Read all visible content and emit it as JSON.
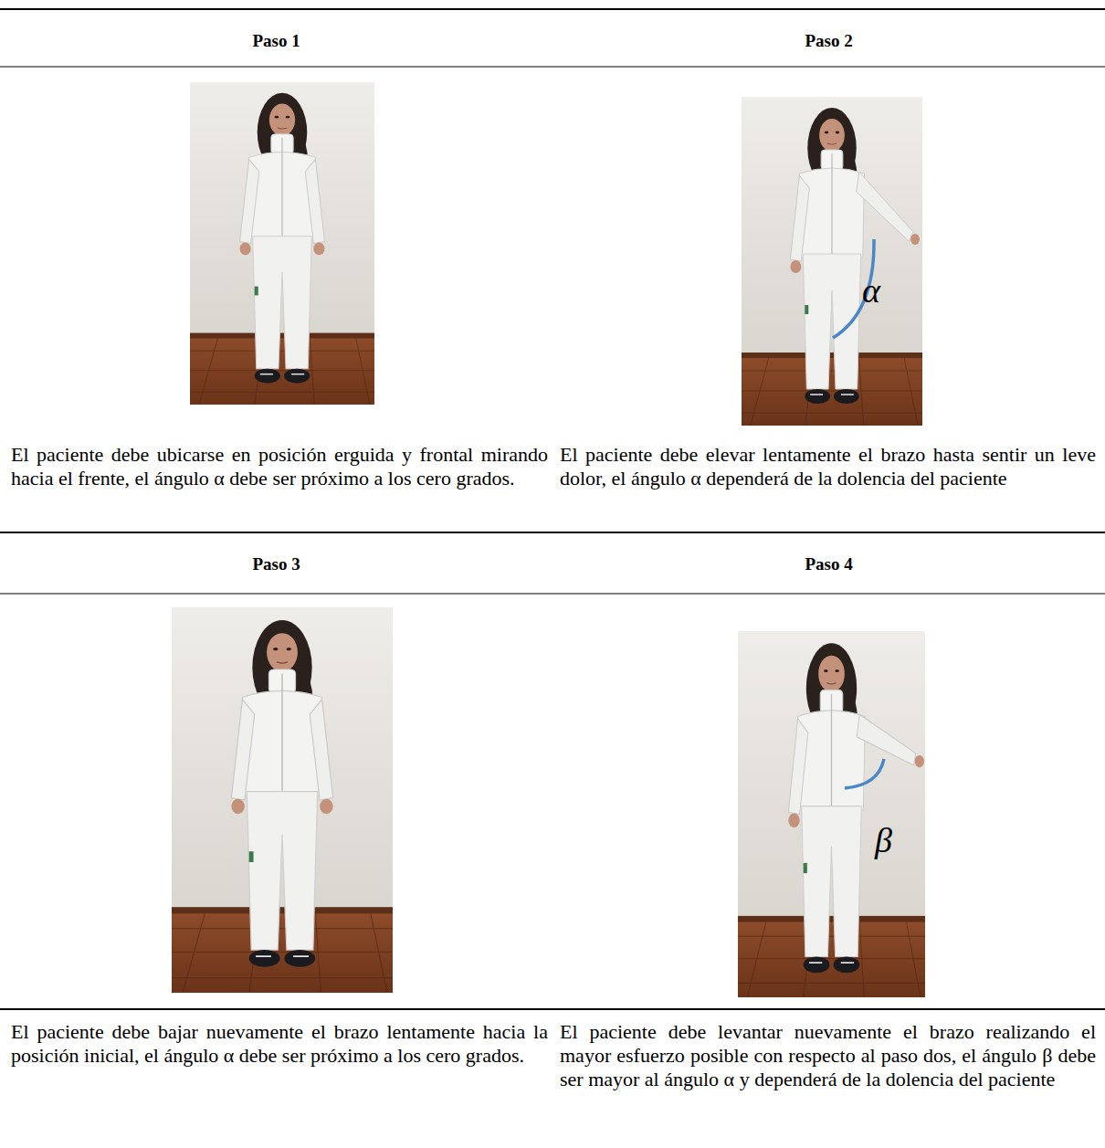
{
  "diagram": {
    "labels": [
      "Paso 1",
      "Paso 2",
      "α",
      "El paciente debe ubicarse en posición erguida y frontal mirando hacia el frente, el ángulo α debe ser próximo a los cero grados.",
      "El paciente debe elevar lentamente el brazo hasta sentir un leve dolor, el ángulo α dependerá de la dolencia del paciente",
      "Paso 3",
      "Paso 4",
      "β",
      "El paciente debe bajar nuevamente el brazo lentamente hacia la posición inicial, el ángulo α debe ser próximo a los cero grados.",
      "El paciente debe levantar nuevamente el brazo realizando el mayor esfuerzo posible con respecto al paso dos, el ángulo β debe ser mayor al ángulo α y dependerá de la dolencia del paciente"
    ]
  }
}
